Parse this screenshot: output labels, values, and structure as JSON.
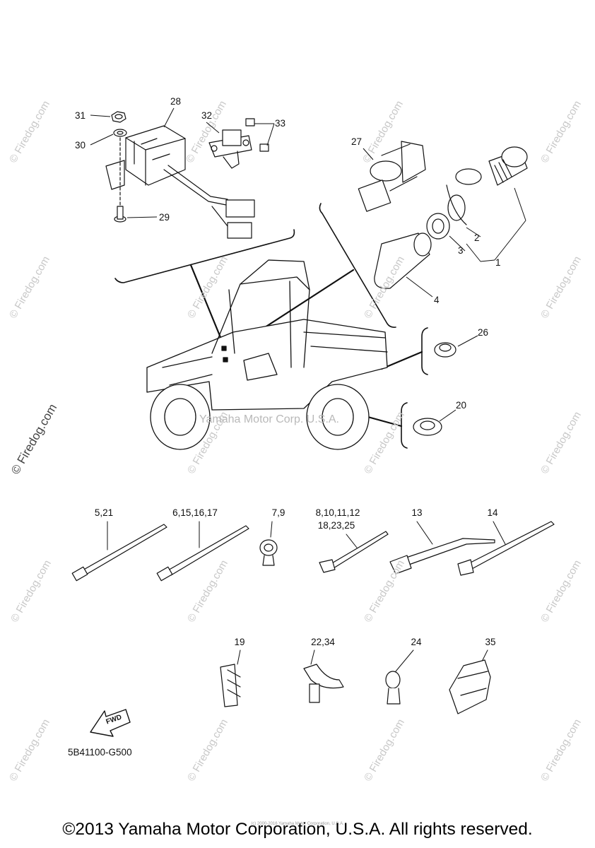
{
  "watermark": {
    "site": "© Firedog.com",
    "center_text": "Yamaha Motor Corp. U.S.A."
  },
  "part_labels": {
    "p1": "1",
    "p2": "2",
    "p3": "3",
    "p4": "4",
    "p20": "20",
    "p26": "26",
    "p27": "27",
    "p28": "28",
    "p29": "29",
    "p30": "30",
    "p31": "31",
    "p32": "32",
    "p33": "33",
    "t5_21": "5,21",
    "t6_15_16_17": "6,15,16,17",
    "t7_9": "7,9",
    "t8_line1": "8,10,11,12",
    "t8_line2": "18,23,25",
    "t13": "13",
    "t14": "14",
    "c19": "19",
    "c22_34": "22,34",
    "c24": "24",
    "c35": "35"
  },
  "fwd_arrow": {
    "text": "FWD"
  },
  "diagram_code": "5B41100-G500",
  "footer": {
    "copyright": "©2013 Yamaha Motor Corporation, U.S.A. All rights reserved.",
    "smallprint": "(c) 2000-2016 Yamaha Motor Corporation, U.S.A."
  }
}
